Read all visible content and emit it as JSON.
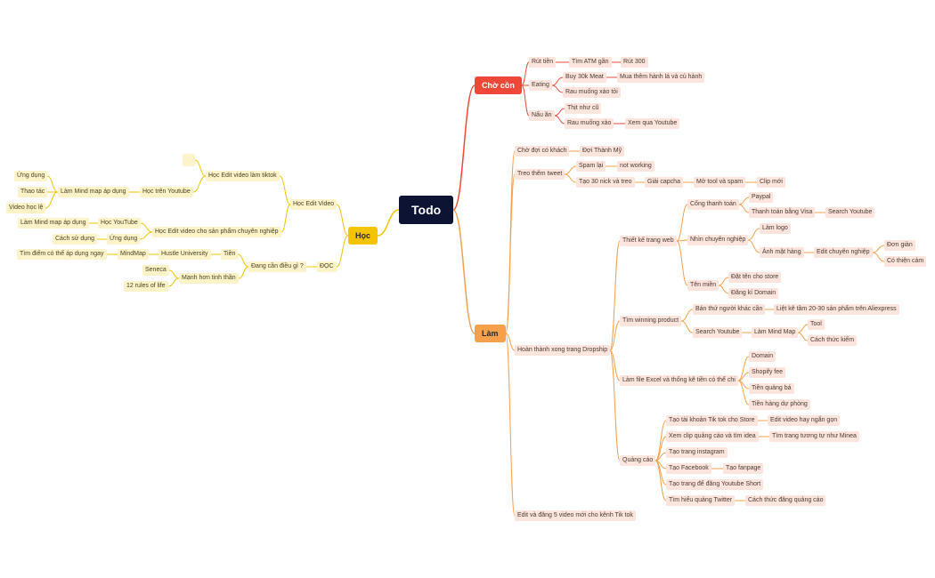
{
  "root": {
    "label": "Todo"
  },
  "branches": {
    "cho_con": {
      "label": "Chờ cồn",
      "rut_tien": {
        "label": "Rút tiền",
        "tim_atm": "Tìm ATM gần",
        "rut_300": "Rút 300"
      },
      "eating": {
        "label": "Eating",
        "buy": "Buy 30k Meat",
        "mua": "Mua thêm hành lá và củ hành",
        "rau": "Rau muống xào tỏi"
      },
      "nau_an": {
        "label": "Nấu ăn",
        "thit": "Thịt như cũ",
        "rau": "Rau muống xào",
        "xem": "Xem qua Youtube"
      }
    },
    "lam": {
      "label": "Làm",
      "cho_doi": {
        "label": "Chờ đợi có khách",
        "child": "Đợi Thành Mỹ"
      },
      "treo": {
        "label": "Treo thêm tweet",
        "spam": "Spam lại",
        "not_working": "not working",
        "tao30": "Tạo 30 nick và treo",
        "giai": "Giải capcha",
        "mo_tool": "Mở tool và spam",
        "clip": "Clip mới"
      },
      "hoan_thanh": {
        "label": "Hoàn thành xong trang Dropship",
        "thiet_ke": {
          "label": "Thiết kế trang web",
          "cong_thanh_toan": "Cổng thanh toán",
          "paypal": "Paypal",
          "visa": "Thanh toán bằng Visa",
          "search_yt": "Search Youtube",
          "nhin": "Nhìn chuyên nghiệp",
          "logo": "Làm logo",
          "anh": "Ảnh mặt hàng",
          "edit": "Edit chuyên nghiệp",
          "don_gian": "Đơn giản",
          "co_thien_cam": "Có thiện cảm",
          "ten_mien": "Tên miền",
          "dat_ten": "Đặt tên cho store",
          "dang_ki": "Đăng kí Domain"
        },
        "tim_winning": {
          "label": "Tìm winning product",
          "ban_thu": "Bán thứ người khác cần",
          "liet_ke": "Liệt kê tầm 20-30 sản phẩm trên Aliexpress",
          "search_yt": "Search Youtube",
          "mind_map": "Làm Mind Map",
          "tool": "Tool",
          "cach": "Cách thức kiếm"
        },
        "excel": {
          "label": "Làm file Excel và thống kê tiền có thể chi",
          "domain": "Domain",
          "shopify": "Shopify fee",
          "qc": "Tiền quảng bá",
          "du_phong": "Tiền hàng dự phòng"
        },
        "quang_cao": {
          "label": "Quảng cáo",
          "tiktok": "Tạo tài khoản Tik tok cho Store",
          "edit_video": "Edit video hay ngắn gọn",
          "xem_clip": "Xem clip quảng cáo và tìm idea",
          "tim_trang": "Tìm trang tương tự như Minea",
          "insta": "Tạo trang instagram",
          "facebook": "Tạo Facebook",
          "fanpage": "Tạo fanpage",
          "yt_short": "Tạo trang để đăng Youtube Short",
          "twitter": "Tìm hiểu quảng Twitter",
          "cach_dang": "Cách thức đăng quảng cáo"
        }
      },
      "edit_tiktok": {
        "label": "Edit và đăng 5 video mới cho kênh Tik tok"
      }
    },
    "hoc": {
      "label": "Học",
      "hoc_edit": {
        "label": "Học Edit Video",
        "tiktok": "Học Edit video làm tiktok",
        "empty": "",
        "tren_yt": "Học trên Youtube",
        "mind_map": "Làm Mind map áp dụng",
        "ung_dung": "Ứng dụng",
        "thao_tac": "Thao tác",
        "video_hoc": "Video học lệ",
        "sp": "Học Edit video cho sản phẩm chuyên nghiệp",
        "hoc_yt": "Học YouTube",
        "mind_map2": "Làm Mind map áp dụng",
        "ung_dung2": "Ứng dụng",
        "cach_su_dung": "Cách sử dụng"
      },
      "doc": {
        "label": "ĐỌC",
        "dang_can": "Đang cần điều gì ?",
        "tien": "Tiền",
        "hustle": "Hustle University",
        "mindmap": "MindMap",
        "tim_diem": "Tìm điểm có thể áp dụng ngay",
        "manh_hon": "Mạnh hơn tinh thần",
        "seneca": "Seneca",
        "rules": "12 rules of life"
      }
    }
  },
  "colors": {
    "red": "#ef4838",
    "orange": "#f6a04c",
    "yellow": "#f5c400",
    "root": "#0d1433",
    "line_orange": "#f6a04c",
    "line_yellow": "#f5c400",
    "line_red": "#ef4838"
  }
}
